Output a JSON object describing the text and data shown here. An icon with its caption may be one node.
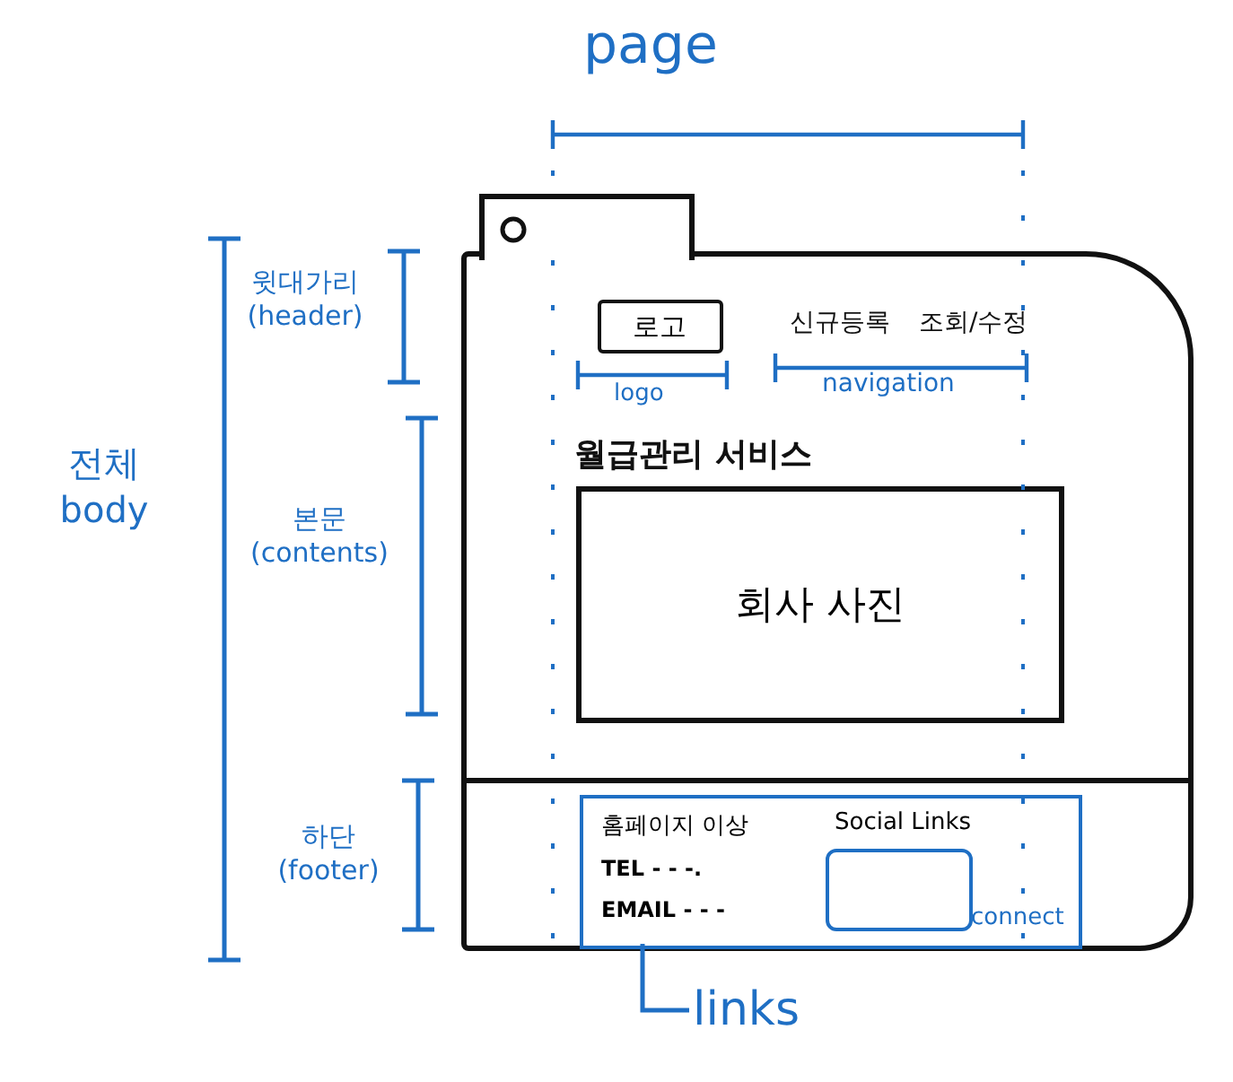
{
  "diagram": {
    "nodes": [
      {
        "text": [],
        "shape": "box"
      },
      {
        "text": [],
        "shape": "box"
      },
      {
        "text": [
          "로고"
        ],
        "in": 0
      },
      {
        "text": [
          "회사 사진"
        ],
        "in": 0
      },
      {
        "text": [
          "홈페이지 이상",
          "Social Links",
          "TEL - - -.",
          "EMAIL - - -"
        ],
        "in": 0
      },
      {
        "text": [],
        "shape": "box",
        "in": 4
      },
      {
        "text": [
          "links"
        ]
      }
    ],
    "edges": [
      {
        "from": 6,
        "to": 4,
        "arrow": "none"
      }
    ],
    "labels": [
      "page",
      "윗대가리 (header)",
      "신규등록",
      "조회/수정",
      "logo",
      "navigation",
      "전체 body",
      "월급관리 서비스",
      "본문 (contents)",
      "하단 (footer)",
      "connect"
    ]
  }
}
